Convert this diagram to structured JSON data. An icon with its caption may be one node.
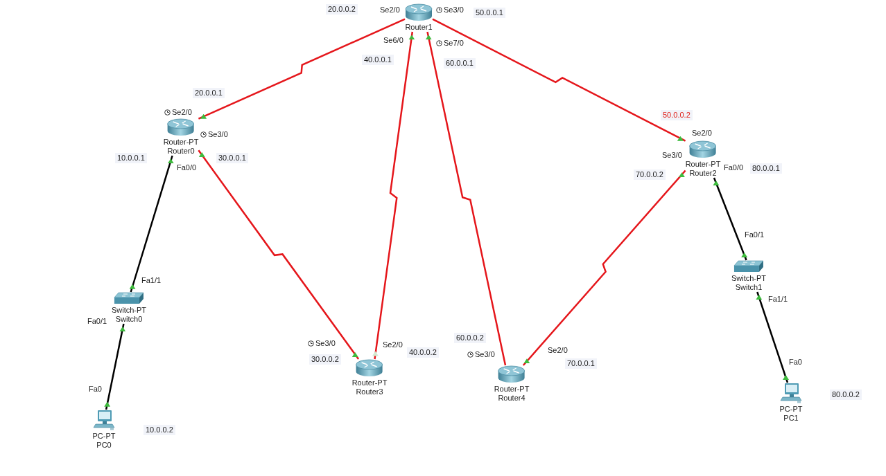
{
  "diagram": {
    "nodes": [
      {
        "text": [
          "Router1"
        ]
      },
      {
        "text": [
          "Router-PT",
          "Router0"
        ]
      },
      {
        "text": [
          "Router-PT",
          "Router2"
        ]
      },
      {
        "text": [
          "Switch-PT",
          "Switch0"
        ]
      },
      {
        "text": [
          "Switch-PT",
          "Switch1"
        ]
      },
      {
        "text": [
          "Router-PT",
          "Router3"
        ]
      },
      {
        "text": [
          "Router-PT",
          "Router4"
        ]
      },
      {
        "text": [
          "PC-PT",
          "PC0"
        ]
      },
      {
        "text": [
          "PC-PT",
          "PC1"
        ]
      }
    ],
    "edges": [
      {
        "from": 0,
        "to": 1,
        "arrow": "other"
      },
      {
        "from": 0,
        "to": 5,
        "arrow": "other"
      },
      {
        "from": 0,
        "to": 6,
        "arrow": "other"
      },
      {
        "from": 0,
        "to": 2,
        "arrow": "other"
      },
      {
        "from": 1,
        "to": 5,
        "arrow": "other"
      },
      {
        "from": 1,
        "to": 3,
        "arrow": "other",
        "color": "#000000"
      },
      {
        "from": 3,
        "to": 7,
        "arrow": "other",
        "color": "#000000"
      },
      {
        "from": 2,
        "to": 6,
        "arrow": "other"
      },
      {
        "from": 2,
        "to": 4,
        "arrow": "other",
        "color": "#000000"
      },
      {
        "from": 4,
        "to": 8,
        "arrow": "other",
        "color": "#000000"
      }
    ],
    "labels": [
      "20.0.0.2",
      "Se2/0",
      "Se3/0",
      "50.0.0.1",
      "Se6/0",
      "Se7/0",
      "40.0.0.1",
      "60.0.0.1",
      "20.0.0.1",
      "Se2/0",
      "50.0.0.2",
      "Se2/0",
      "Se3/0",
      "Se3/0",
      "10.0.0.1",
      "30.0.0.1",
      "Fa0/0",
      "Fa0/0",
      "80.0.0.1",
      "70.0.0.2",
      "Fa0/1",
      "Fa1/1",
      "Fa1/1",
      "Fa0/1",
      "60.0.0.2",
      "Se3/0",
      "Se2/0",
      "Se2/0",
      "40.0.0.2",
      "Se3/0",
      "30.0.0.2",
      "Fa0",
      "70.0.0.1",
      "Fa0",
      "80.0.0.2",
      "10.0.0.2"
    ]
  }
}
